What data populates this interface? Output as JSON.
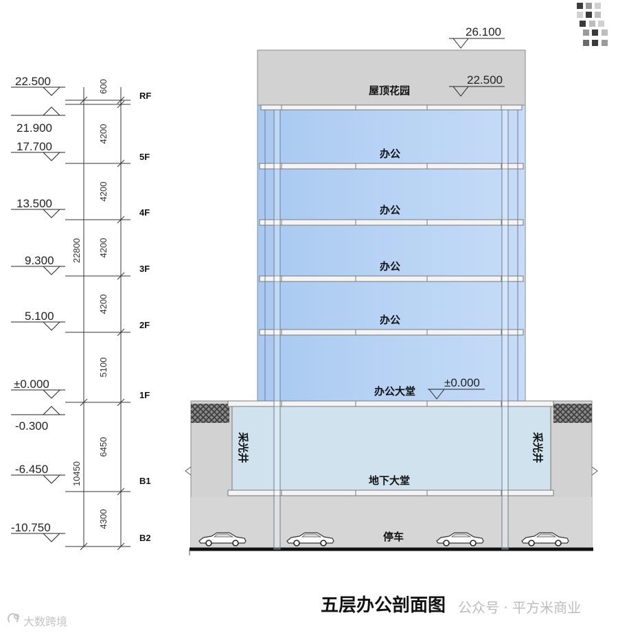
{
  "title": "五层办公剖面图",
  "watermark_right": "公众号 · 平方米商业",
  "watermark_left": "大数跨境",
  "left_elevations": [
    "22.500",
    "21.900",
    "17.700",
    "13.500",
    "9.300",
    "5.100",
    "±0.000",
    "-0.300",
    "-6.450",
    "-10.750"
  ],
  "levels": [
    "RF",
    "5F",
    "4F",
    "3F",
    "2F",
    "1F",
    "B1",
    "B2"
  ],
  "floor_heights": [
    "600",
    "4200",
    "4200",
    "4200",
    "4200",
    "5100",
    "6450",
    "4300"
  ],
  "total_dims": [
    "22800",
    "10450"
  ],
  "building_elevations": [
    "26.100",
    "22.500",
    "±0.000"
  ],
  "rooms": {
    "roof_garden": "屋顶花园",
    "office_5f": "办公",
    "office_4f": "办公",
    "office_3f": "办公",
    "office_2f": "办公",
    "lobby": "办公大堂",
    "underground_lobby": "地下大堂",
    "lightwell_left": "采光井",
    "lightwell_right": "采光井",
    "parking": "停车"
  },
  "colors": {
    "office": "#b7d3f5",
    "underground": "#cfe2ee",
    "structure": "#d2d2d2"
  },
  "icons": [
    "car-icon",
    "hatch-soil-icon",
    "logo-icon"
  ]
}
